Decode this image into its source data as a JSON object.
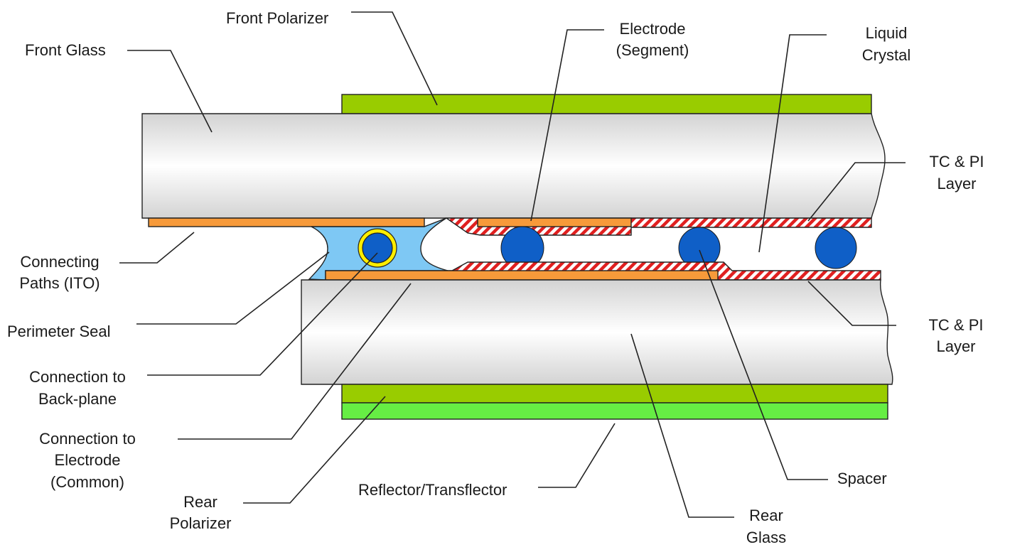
{
  "labels": {
    "front_polarizer": "Front Polarizer",
    "front_glass": "Front Glass",
    "electrode_1": "Electrode",
    "electrode_2": "(Segment)",
    "liquid_crystal_1": "Liquid",
    "liquid_crystal_2": "Crystal",
    "tc_pi_top_1": "TC & PI",
    "tc_pi_top_2": "Layer",
    "connecting_paths_1": "Connecting",
    "connecting_paths_2": "Paths (ITO)",
    "perimeter_seal": "Perimeter Seal",
    "tc_pi_bottom_1": "TC & PI",
    "tc_pi_bottom_2": "Layer",
    "conn_backplane_1": "Connection to",
    "conn_backplane_2": "Back-plane",
    "conn_electrode_1": "Connection to",
    "conn_electrode_2": "Electrode",
    "conn_electrode_3": "(Common)",
    "spacer": "Spacer",
    "reflector": "Reflector/Transflector",
    "rear_polarizer_1": "Rear",
    "rear_polarizer_2": "Polarizer",
    "rear_glass_1": "Rear",
    "rear_glass_2": "Glass"
  },
  "colors": {
    "polarizer": "#99cc00",
    "reflector": "#66ee44",
    "electrode": "#f79a3a",
    "seal": "#7ec8f4",
    "spacer": "#0f5fc7",
    "backplane_ring": "#ffee00",
    "tc_pi_stripe": "#e02020",
    "glass_edge": "#d0d0d0",
    "glass_center": "#ffffff"
  }
}
